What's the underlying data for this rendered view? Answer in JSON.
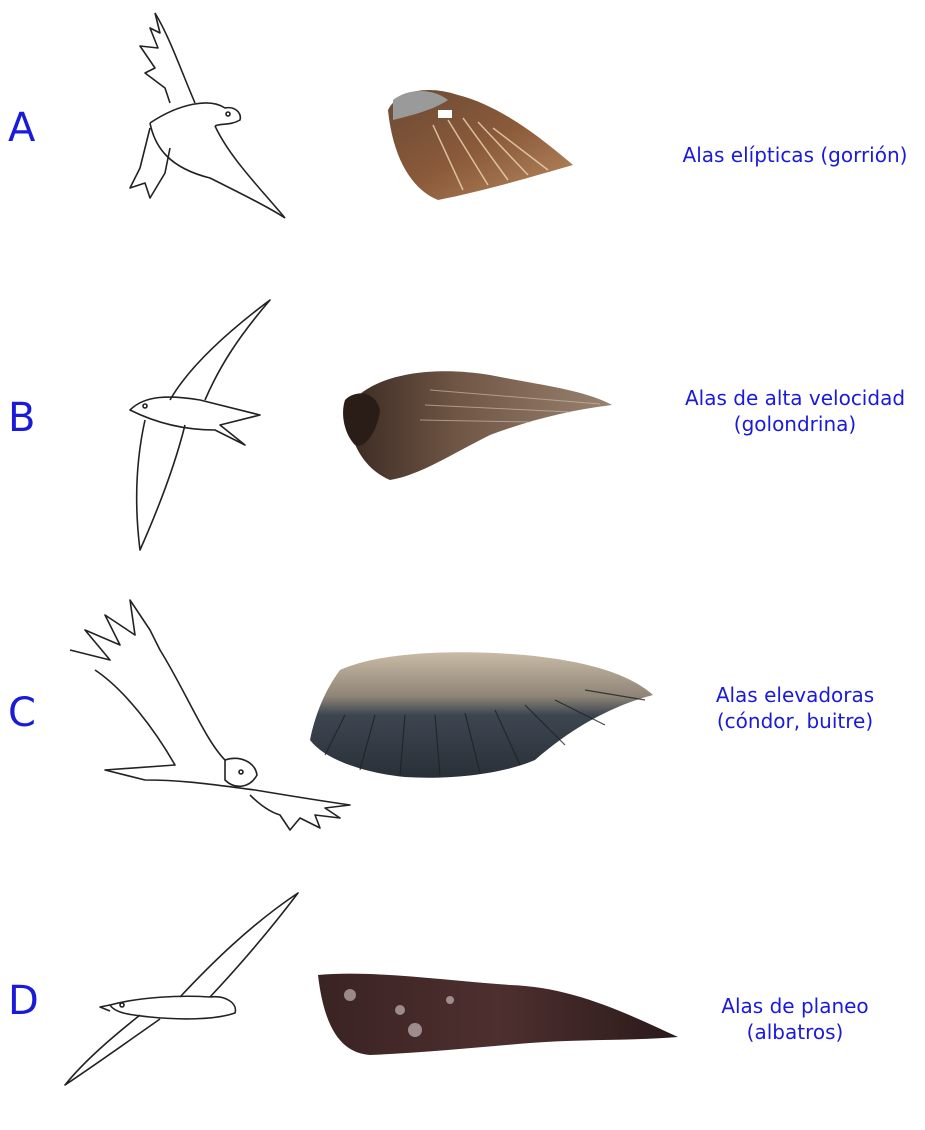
{
  "rows": [
    {
      "letter": "A",
      "caption_line1": "Alas elípticas (gorrión)",
      "caption_line2": "",
      "bird": "sparrow-sketch",
      "wing": "sparrow-wing"
    },
    {
      "letter": "B",
      "caption_line1": "Alas de alta velocidad",
      "caption_line2": "(golondrina)",
      "bird": "swallow-sketch",
      "wing": "swallow-wing"
    },
    {
      "letter": "C",
      "caption_line1": "Alas elevadoras",
      "caption_line2": "(cóndor, buitre)",
      "bird": "condor-sketch",
      "wing": "condor-wing"
    },
    {
      "letter": "D",
      "caption_line1": "Alas de planeo",
      "caption_line2": "(albatros)",
      "bird": "albatross-sketch",
      "wing": "albatross-wing"
    }
  ],
  "colors": {
    "label": "#1a1adb",
    "sketch_stroke": "#222222"
  }
}
